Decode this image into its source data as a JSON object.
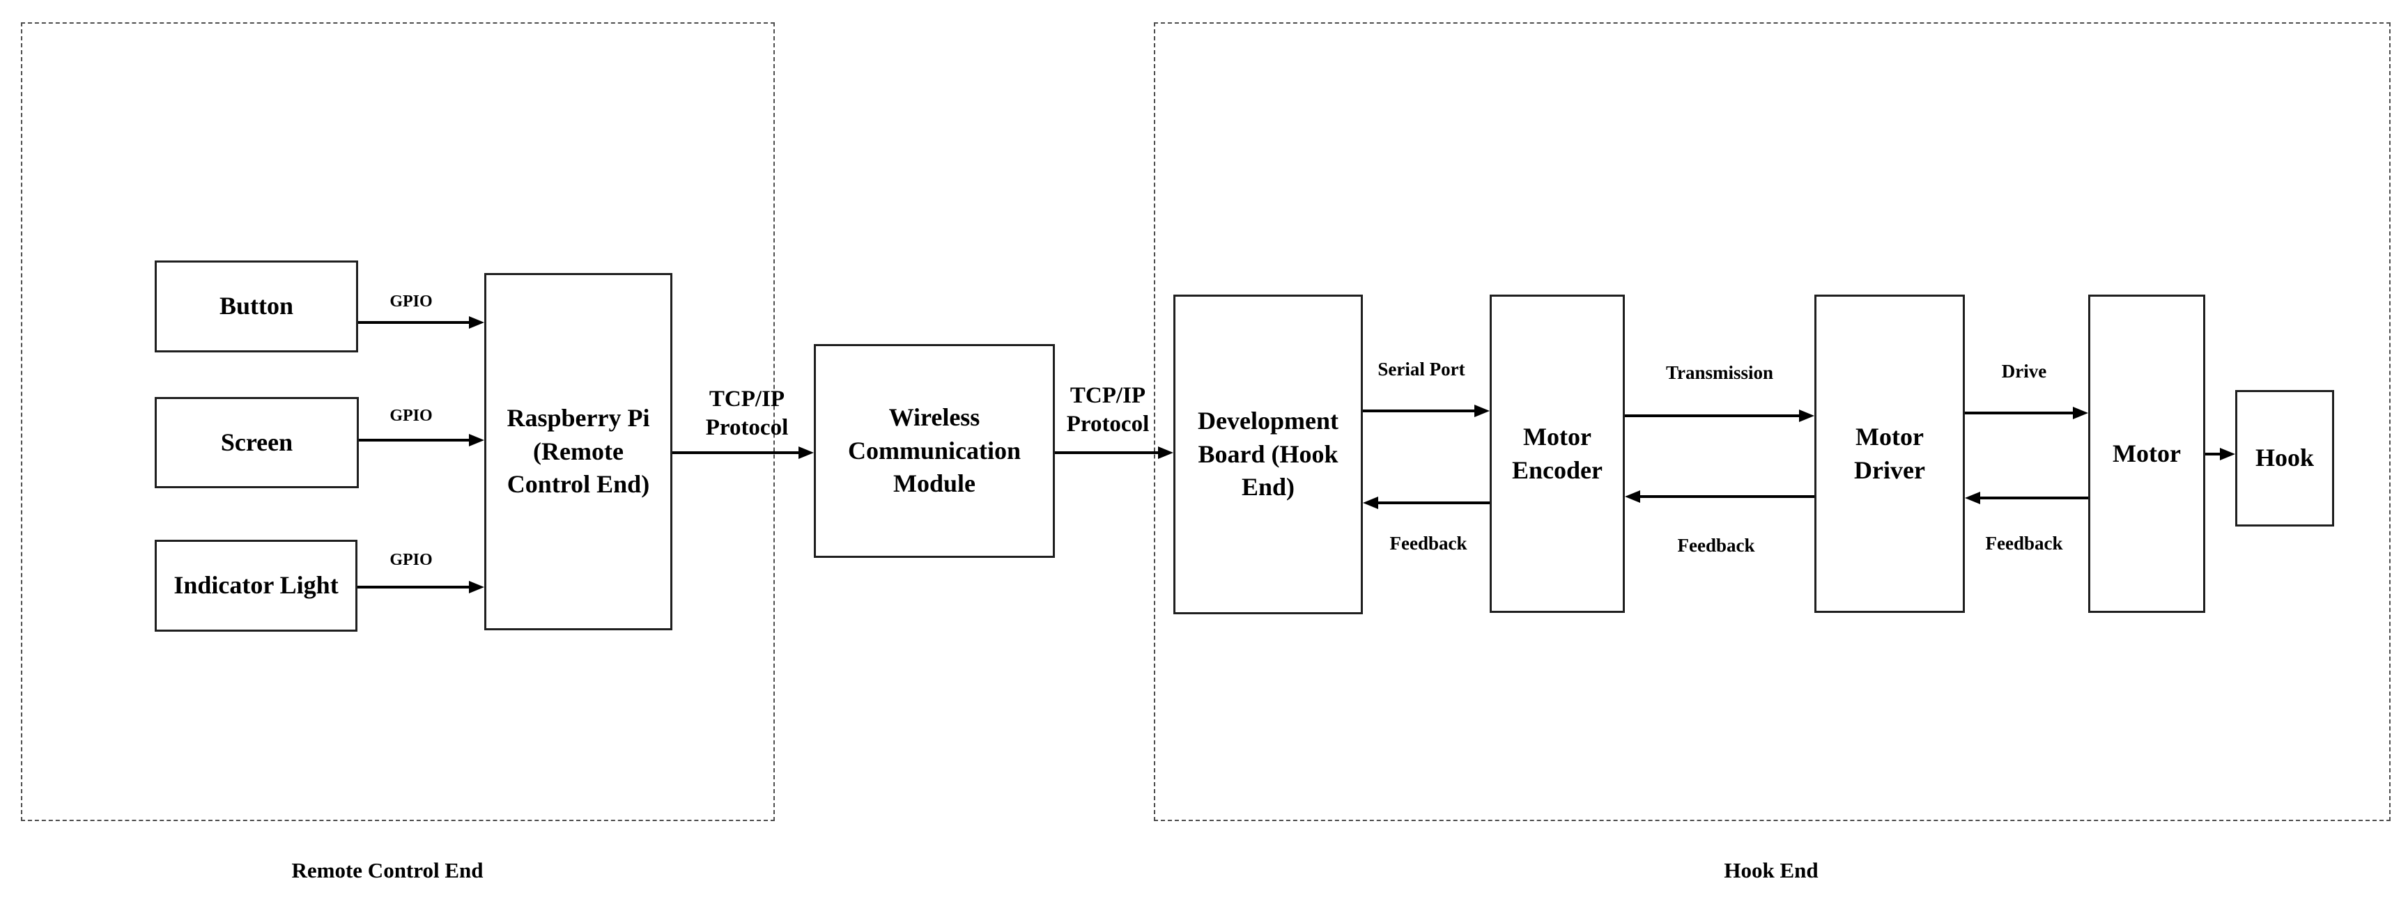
{
  "diagram": {
    "groups": {
      "remote_control": {
        "caption": "Remote Control End"
      },
      "hook_end": {
        "caption": "Hook End"
      }
    },
    "nodes": {
      "button": {
        "label": "Button"
      },
      "screen": {
        "label": "Screen"
      },
      "indicator_light": {
        "label": "Indicator Light"
      },
      "raspberry_pi": {
        "label": "Raspberry Pi (Remote Control End)"
      },
      "wireless_module": {
        "label": "Wireless Communication Module"
      },
      "dev_board": {
        "label": "Development Board (Hook End)"
      },
      "motor_encoder": {
        "label": "Motor Encoder"
      },
      "motor_driver": {
        "label": "Motor Driver"
      },
      "motor": {
        "label": "Motor"
      },
      "hook": {
        "label": "Hook"
      }
    },
    "edges": {
      "button_to_rpi": {
        "label": "GPIO",
        "from": "Button",
        "to": "Raspberry Pi (Remote Control End)",
        "direction": "right"
      },
      "screen_to_rpi": {
        "label": "GPIO",
        "from": "Screen",
        "to": "Raspberry Pi (Remote Control End)",
        "direction": "right"
      },
      "indicator_to_rpi": {
        "label": "GPIO",
        "from": "Indicator Light",
        "to": "Raspberry Pi (Remote Control End)",
        "direction": "right"
      },
      "rpi_to_wireless": {
        "label": "TCP/IP Protocol",
        "from": "Raspberry Pi (Remote Control End)",
        "to": "Wireless Communication Module",
        "direction": "right"
      },
      "wireless_to_devboard": {
        "label": "TCP/IP Protocol",
        "from": "Wireless Communication Module",
        "to": "Development Board (Hook End)",
        "direction": "right"
      },
      "devboard_to_encoder": {
        "label": "Serial Port",
        "from": "Development Board (Hook End)",
        "to": "Motor Encoder",
        "direction": "right"
      },
      "encoder_to_devboard": {
        "label": "Feedback",
        "from": "Motor Encoder",
        "to": "Development Board (Hook End)",
        "direction": "left"
      },
      "encoder_to_driver": {
        "label": "Transmission",
        "from": "Motor Encoder",
        "to": "Motor Driver",
        "direction": "right"
      },
      "driver_to_encoder": {
        "label": "Feedback",
        "from": "Motor Driver",
        "to": "Motor Encoder",
        "direction": "left"
      },
      "driver_to_motor": {
        "label": "Drive",
        "from": "Motor Driver",
        "to": "Motor",
        "direction": "right"
      },
      "motor_to_driver": {
        "label": "Feedback",
        "from": "Motor",
        "to": "Motor Driver",
        "direction": "left"
      },
      "motor_to_hook": {
        "label": "",
        "from": "Motor",
        "to": "Hook",
        "direction": "right"
      }
    },
    "colors": {
      "ink": "#000000",
      "box_border": "#1f1f1f",
      "dashed_border": "#4d4d4d",
      "background": "#ffffff"
    }
  }
}
